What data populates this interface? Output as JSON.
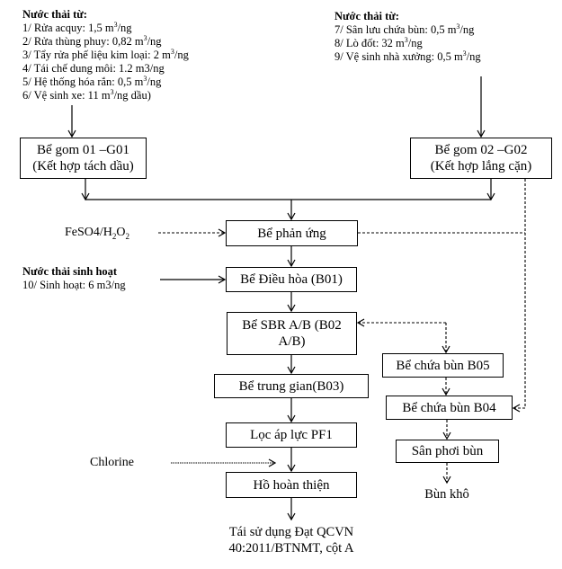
{
  "sources_left": {
    "heading": "Nước thải từ:",
    "items": [
      {
        "text": "1/ Rửa acquy: 1,5 m",
        "sup": "3",
        "tail": "/ng"
      },
      {
        "text": "2/ Rửa thùng phuy: 0,82 m",
        "sup": "3",
        "tail": "/ng"
      },
      {
        "text": "3/ Tẩy rửa phế liệu kim loại: 2 m",
        "sup": "3",
        "tail": "/ng"
      },
      {
        "text": "4/ Tái chế dung môi: 1.2 m3/ng",
        "sup": "",
        "tail": ""
      },
      {
        "text": "5/ Hệ thống hóa rắn: 0,5 m",
        "sup": "3",
        "tail": "/ng"
      },
      {
        "text": "6/ Vệ sinh xe: 11 m",
        "sup": "3",
        "tail": "/ng dầu)"
      }
    ]
  },
  "sources_right": {
    "heading": "Nước thải từ:",
    "items": [
      {
        "text": "7/ Sân lưu chứa bùn: 0,5 m",
        "sup": "3",
        "tail": "/ng"
      },
      {
        "text": "8/ Lò đốt: 32 m",
        "sup": "3",
        "tail": "/ng"
      },
      {
        "text": "9/ Vệ sinh nhà xưởng: 0,5 m",
        "sup": "3",
        "tail": "/ng"
      }
    ]
  },
  "sources_domestic": {
    "heading": "Nước thải sinh hoạt",
    "item": "10/ Sinh hoạt: 6 m3/ng"
  },
  "chemicals": {
    "feso4": {
      "main": "FeSO4/H",
      "sub1": "2",
      "mid": "O",
      "sub2": "2"
    },
    "chlorine": "Chlorine"
  },
  "nodes": {
    "g01": {
      "line1": "Bể gom 01 –G01",
      "line2": "(Kết hợp tách dầu)"
    },
    "g02": {
      "line1": "Bể gom 02 –G02",
      "line2": "(Kết hợp lắng cặn)"
    },
    "reaction": "Bể phản ứng",
    "equalization": "Bể Điều hòa (B01)",
    "sbr": {
      "line1": "Bể SBR A/B (B02",
      "line2": "A/B)"
    },
    "intermediate": "Bể trung gian(B03)",
    "pressure_filter": "Lọc áp lực PF1",
    "finishing_pond": "Hồ hoàn thiện",
    "sludge_b05": "Bể chứa bùn B05",
    "sludge_b04": "Bể chứa bùn B04",
    "drying_bed": "Sân phơi bùn"
  },
  "outputs": {
    "reuse": {
      "line1": "Tái sử dụng Đạt QCVN",
      "line2": "40:2011/BTNMT, cột A"
    },
    "dry_sludge": "Bùn khô"
  }
}
